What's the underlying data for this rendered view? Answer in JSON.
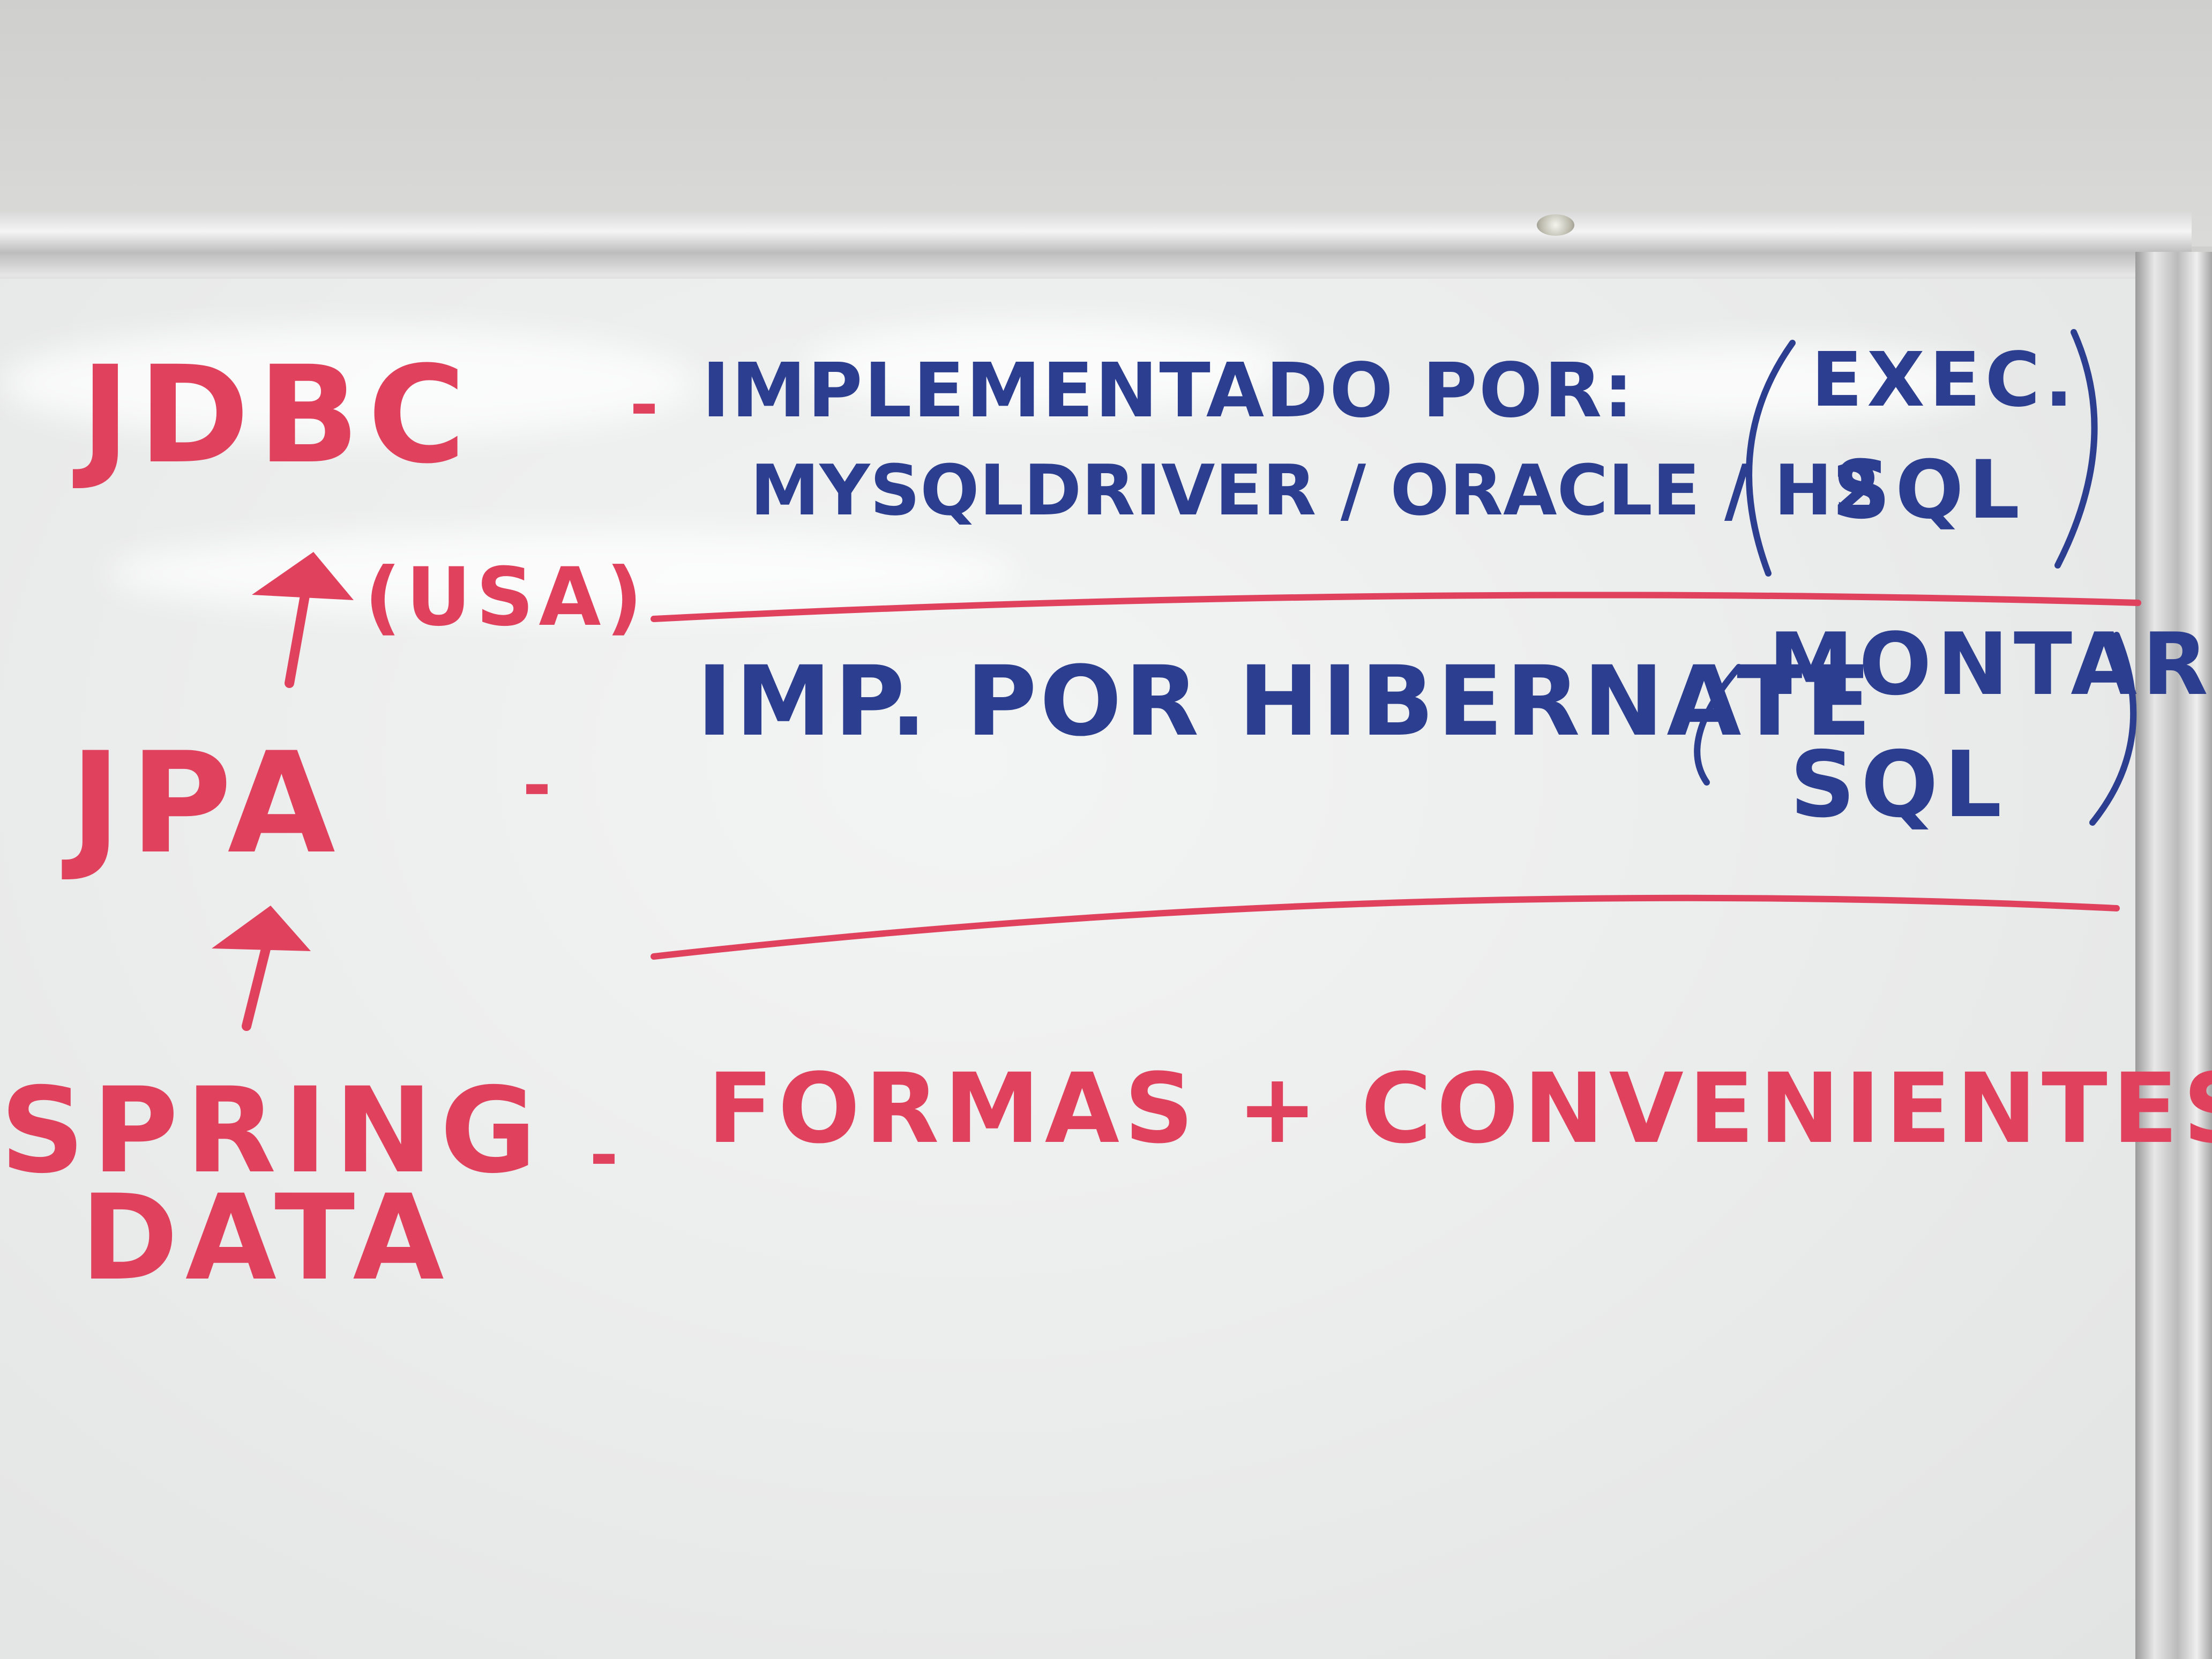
{
  "colors": {
    "red_marker": "#e0425e",
    "blue_marker": "#2c3e8f",
    "board": "#eceded",
    "frame": "#c4c4c4"
  },
  "board": {
    "row1": {
      "term": "JDBC",
      "dash": "-",
      "line1": "IMPLEMENTADO POR:",
      "line2": "MYSQLDRIVER / ORACLE / H2",
      "note_line1": "EXEC.",
      "note_line2": "SQL"
    },
    "arrow1_label": "(USA)",
    "row2": {
      "term": "JPA",
      "dash": "-",
      "line1": "IMP. POR HIBERNATE",
      "note_line1": "MONTAR",
      "note_line2": "SQL"
    },
    "row3": {
      "term_line1": "SPRING",
      "term_line2": "DATA",
      "dash": "-",
      "text": "FORMAS + CONVENIENTES"
    }
  }
}
